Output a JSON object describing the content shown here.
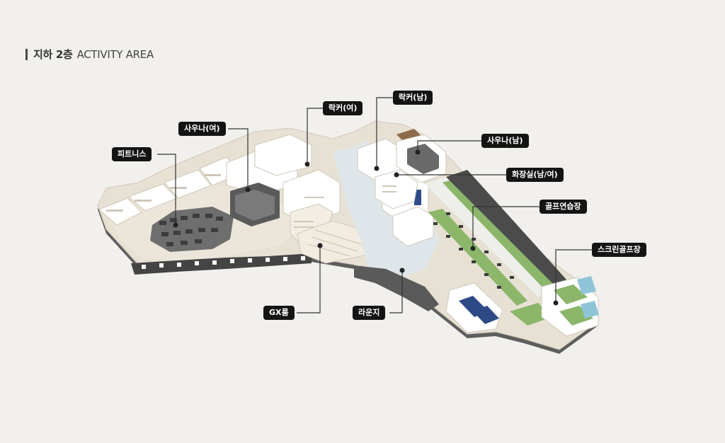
{
  "header": {
    "floor_label": "지하 2층",
    "area_label": "ACTIVITY AREA"
  },
  "labels": {
    "fitness": "피트니스",
    "sauna_f": "사우나(여)",
    "locker_f": "락커(여)",
    "locker_m": "락커(남)",
    "sauna_m": "사우나(남)",
    "restroom": "화장실(남/여)",
    "golf_practice": "골프연습장",
    "screen_golf": "스크린골프장",
    "gx_room": "GX룸",
    "lounge": "라운지"
  },
  "colors": {
    "background": "#f1f0ec",
    "label_bg": "#141414",
    "leader_line": "#333333",
    "floor": "#e8e2d6",
    "wall": "#ffffff",
    "turf": "#8cb66a",
    "glass_blue": "#8fc4d8",
    "dark_equipment": "#555a60"
  }
}
